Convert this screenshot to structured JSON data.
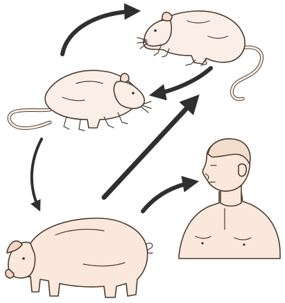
{
  "diagram": {
    "nodes": [
      {
        "id": "rat-top",
        "icon": "rat-icon",
        "label": ""
      },
      {
        "id": "rat-middle",
        "icon": "rat-icon",
        "label": ""
      },
      {
        "id": "pig",
        "icon": "pig-icon",
        "label": ""
      },
      {
        "id": "human",
        "icon": "human-icon",
        "label": ""
      }
    ],
    "edges": [
      {
        "from": "rat-middle",
        "to": "rat-top"
      },
      {
        "from": "rat-top",
        "to": "rat-middle"
      },
      {
        "from": "rat-middle",
        "to": "pig"
      },
      {
        "from": "pig",
        "to": "rat-top"
      },
      {
        "from": "pig",
        "to": "human"
      }
    ],
    "colors": {
      "animal_fill": "#fbeee6",
      "skin_fill": "#fae8dc",
      "outline": "#4a3b2c",
      "arrow": "#2f2f2f"
    }
  }
}
